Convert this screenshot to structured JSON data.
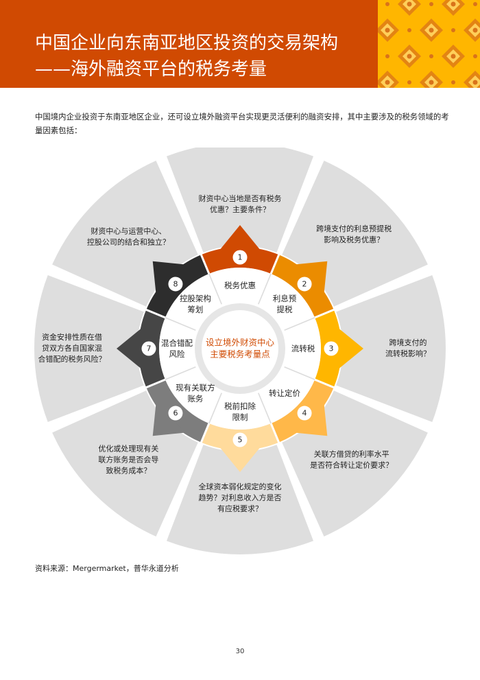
{
  "header": {
    "title_line1": "中国企业向东南亚地区投资的交易架构",
    "title_line2": "——海外融资平台的税务考量",
    "background_color": "#d04a02",
    "pattern_color": "#ffb600"
  },
  "intro": "中国境内企业投资于东南亚地区企业，还可设立境外融资平台实现更灵活便利的融资安排，其中主要涉及的税务领域的考量因素包括：",
  "diagram": {
    "center_line1": "设立境外财资中心",
    "center_line2": "主要税务考量点",
    "center_color": "#d04a02",
    "segments": [
      {
        "number": "1",
        "label_lines": [
          "税务优惠"
        ],
        "color": "#d04a02",
        "question_lines": [
          "财资中心当地是否有税务",
          "优惠？主要条件？"
        ]
      },
      {
        "number": "2",
        "label_lines": [
          "利息预",
          "提税"
        ],
        "color": "#eb8c00",
        "question_lines": [
          "跨境支付的利息预提税",
          "影响及税务优惠？"
        ]
      },
      {
        "number": "3",
        "label_lines": [
          "流转税"
        ],
        "color": "#ffb600",
        "question_lines": [
          "跨境支付的",
          "流转税影响？"
        ]
      },
      {
        "number": "4",
        "label_lines": [
          "转让定价"
        ],
        "color": "#ffb849",
        "question_lines": [
          "关联方借贷的利率水平",
          "是否符合转让定价要求？"
        ]
      },
      {
        "number": "5",
        "label_lines": [
          "税前扣除",
          "限制"
        ],
        "color": "#ffdb9c",
        "question_lines": [
          "全球资本弱化规定的变化",
          "趋势？对利息收入方是否",
          "有应税要求？"
        ]
      },
      {
        "number": "6",
        "label_lines": [
          "现有关联方",
          "账务"
        ],
        "color": "#7d7d7d",
        "question_lines": [
          "优化或处理现有关",
          "联方账务是否会导",
          "致税务成本？"
        ]
      },
      {
        "number": "7",
        "label_lines": [
          "混合错配",
          "风险"
        ],
        "color": "#464646",
        "question_lines": [
          "资金安排性质在借",
          "贷双方各自国家混",
          "合错配的税务风险？"
        ]
      },
      {
        "number": "8",
        "label_lines": [
          "控股架构",
          "筹划"
        ],
        "color": "#2d2d2d",
        "question_lines": [
          "财资中心与运营中心、",
          "控股公司的结合和独立？"
        ]
      }
    ]
  },
  "source": "资料来源：Mergermarket，普华永道分析",
  "page_number": "30"
}
